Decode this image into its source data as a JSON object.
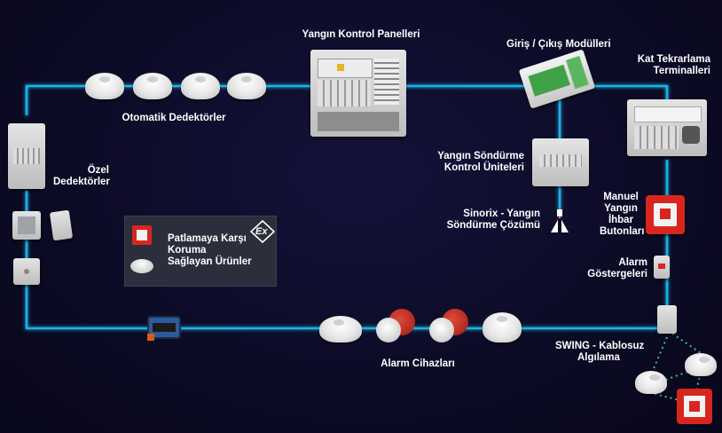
{
  "labels": {
    "control_panels": "Yangın Kontrol Panelleri",
    "io_modules": "Giriş / Çıkış Modülleri",
    "floor_terminals_1": "Kat Tekrarlama",
    "floor_terminals_2": "Terminalleri",
    "automatic_detectors": "Otomatik Dedektörler",
    "special_detectors_1": "Özel",
    "special_detectors_2": "Dedektörler",
    "extinguishing_units_1": "Yangın Söndürme",
    "extinguishing_units_2": "Kontrol Üniteleri",
    "sinorix_1": "Sinorix - Yangın",
    "sinorix_2": "Söndürme Çözümü",
    "manual_call_1": "Manuel",
    "manual_call_2": "Yangın",
    "manual_call_3": "İhbar",
    "manual_call_4": "Butonları",
    "alarm_indicators_1": "Alarm",
    "alarm_indicators_2": "Göstergeleri",
    "explosion_1": "Patlamaya Karşı",
    "explosion_2": "Koruma",
    "explosion_3": "Sağlayan Ürünler",
    "alarm_devices": "Alarm Cihazları",
    "swing_1": "SWING - Kablosuz",
    "swing_2": "Algılama",
    "ex_mark": "Ex"
  },
  "colors": {
    "background": "#0b0a22",
    "loop_line": "#1fb3e8",
    "text": "#ffffff",
    "wireless_dots": "#3cc66a",
    "alarm_red": "#d8261e",
    "ex_box": "#2b2f3c"
  }
}
